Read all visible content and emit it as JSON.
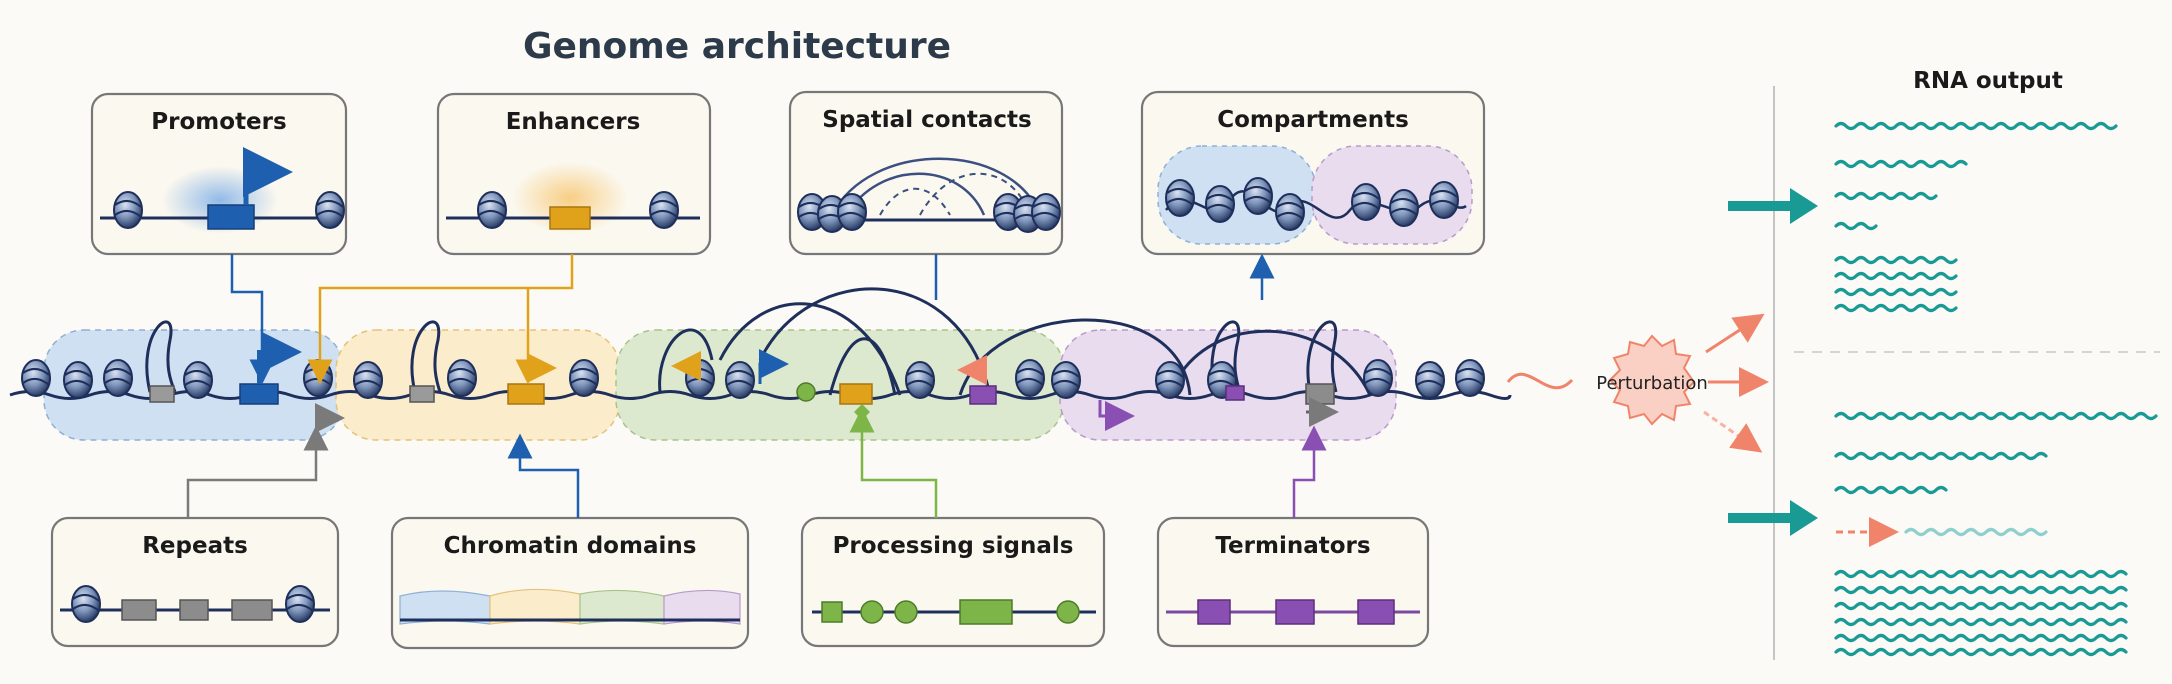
{
  "title": "Genome architecture",
  "rna_output_title": "RNA output",
  "perturbation_label": "Perturbation",
  "top_boxes": [
    {
      "key": "promoters",
      "label": "Promoters"
    },
    {
      "key": "enhancers",
      "label": "Enhancers"
    },
    {
      "key": "spatial",
      "label": "Spatial contacts"
    },
    {
      "key": "compartments",
      "label": "Compartments"
    }
  ],
  "bottom_boxes": [
    {
      "key": "repeats",
      "label": "Repeats"
    },
    {
      "key": "domains",
      "label": "Chromatin domains"
    },
    {
      "key": "processing",
      "label": "Processing signals"
    },
    {
      "key": "terminators",
      "label": "Terminators"
    }
  ],
  "colors": {
    "promoter": "#1f5fb0",
    "enhancer": "#e0a21a",
    "processing": "#7db548",
    "terminator": "#8a4fb3",
    "repeat": "#8c8c8c",
    "rna": "#1a9a94",
    "perturbation": "#f0846a",
    "domain_blue": "#cfe0f3",
    "domain_yellow": "#fbeccb",
    "domain_green": "#dde9cf",
    "domain_purple": "#e8dcee"
  }
}
